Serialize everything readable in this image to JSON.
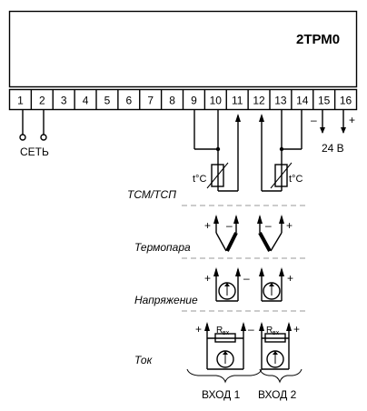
{
  "device": {
    "model": "2ТРМ0"
  },
  "terminals": [
    "1",
    "2",
    "3",
    "4",
    "5",
    "6",
    "7",
    "8",
    "9",
    "10",
    "11",
    "12",
    "13",
    "14",
    "15",
    "16"
  ],
  "power": {
    "mains_label": "СЕТЬ",
    "dc_label": "24 В",
    "minus": "–",
    "plus": "+"
  },
  "sensor_sections": {
    "rtd": {
      "label": "ТСМ/ТСП",
      "sensor_text": "t°C"
    },
    "thermocouple": {
      "label": "Термопара",
      "plus": "+",
      "minus": "–"
    },
    "voltage": {
      "label": "Напряжение",
      "plus": "+",
      "minus": "–"
    },
    "current": {
      "label": "Ток",
      "resistor": "R",
      "resistor_sub": "вх",
      "plus": "+",
      "minus": "–"
    }
  },
  "inputs": {
    "input1": "ВХОД 1",
    "input2": "ВХОД 2"
  }
}
